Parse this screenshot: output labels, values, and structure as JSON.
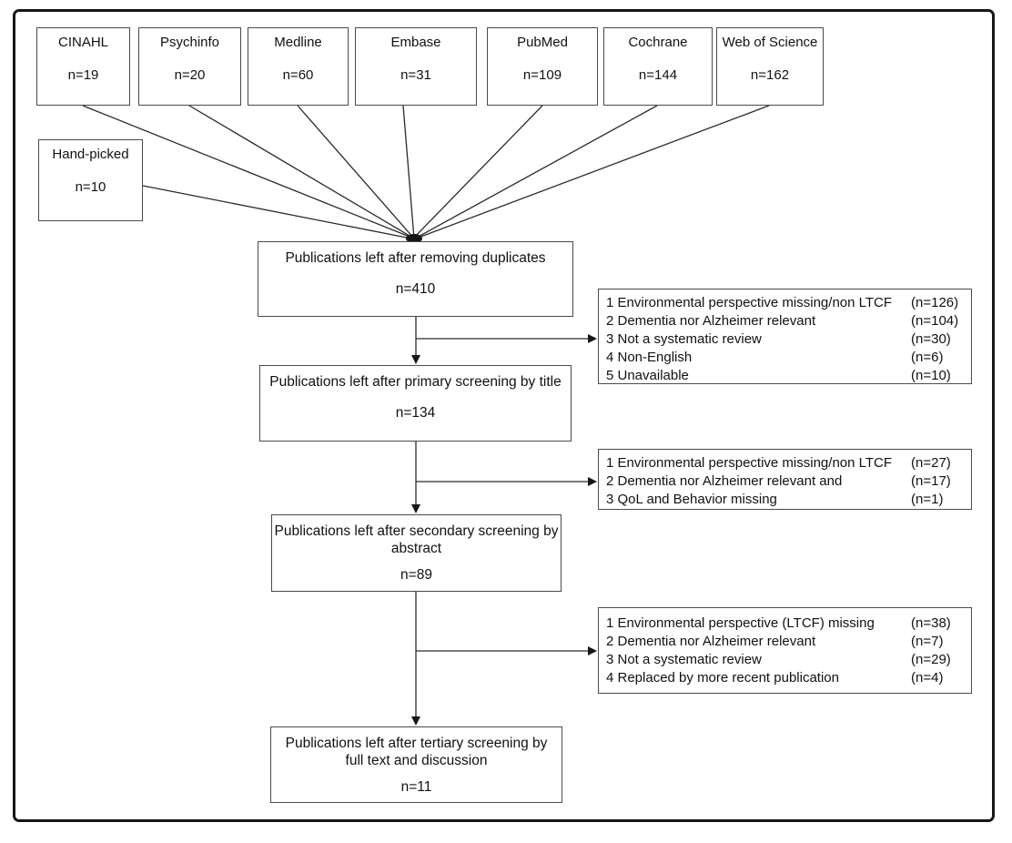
{
  "figure": {
    "name": "Publication screening flow diagram"
  },
  "colors": {
    "background": "#ffffff",
    "box_border": "#4a4a4a",
    "frame_border": "#161616",
    "line": "#2a2a2a",
    "text": "#111111"
  },
  "sources": [
    {
      "label": "CINAHL",
      "n": "n=19"
    },
    {
      "label": "Psychinfo",
      "n": "n=20"
    },
    {
      "label": "Medline",
      "n": "n=60"
    },
    {
      "label": "Embase",
      "n": "n=31"
    },
    {
      "label": "PubMed",
      "n": "n=109"
    },
    {
      "label": "Cochrane",
      "n": "n=144"
    },
    {
      "label": "Web of Science",
      "n": "n=162"
    }
  ],
  "hand_picked": {
    "label": "Hand-picked",
    "n": "n=10"
  },
  "stages": [
    {
      "lines": [
        "Publications left after removing duplicates"
      ],
      "n": "n=410"
    },
    {
      "lines": [
        "Publications left after primary screening by title"
      ],
      "n": "n=134"
    },
    {
      "lines": [
        "Publications left after secondary screening by",
        "abstract"
      ],
      "n": "n=89"
    },
    {
      "lines": [
        "Publications left after tertiary screening by",
        "full text and discussion"
      ],
      "n": "n=11"
    }
  ],
  "exclusions": [
    {
      "items": [
        {
          "reason": "1 Environmental perspective missing/non LTCF",
          "count": "(n=126)"
        },
        {
          "reason": "2 Dementia nor Alzheimer relevant",
          "count": "(n=104)"
        },
        {
          "reason": "3 Not a systematic review",
          "count": "(n=30)"
        },
        {
          "reason": "4 Non-English",
          "count": "(n=6)"
        },
        {
          "reason": "5 Unavailable",
          "count": "(n=10)"
        }
      ]
    },
    {
      "items": [
        {
          "reason": "1 Environmental perspective missing/non LTCF",
          "count": "(n=27)"
        },
        {
          "reason": "2 Dementia nor Alzheimer relevant and",
          "count": "(n=17)"
        },
        {
          "reason": "3 QoL and Behavior missing",
          "count": "(n=1)"
        }
      ]
    },
    {
      "items": [
        {
          "reason": "1 Environmental perspective (LTCF) missing",
          "count": "(n=38)"
        },
        {
          "reason": "2 Dementia nor Alzheimer relevant",
          "count": "(n=7)"
        },
        {
          "reason": "3 Not a systematic review",
          "count": "(n=29)"
        },
        {
          "reason": "4 Replaced by more recent publication",
          "count": "(n=4)"
        }
      ]
    }
  ]
}
